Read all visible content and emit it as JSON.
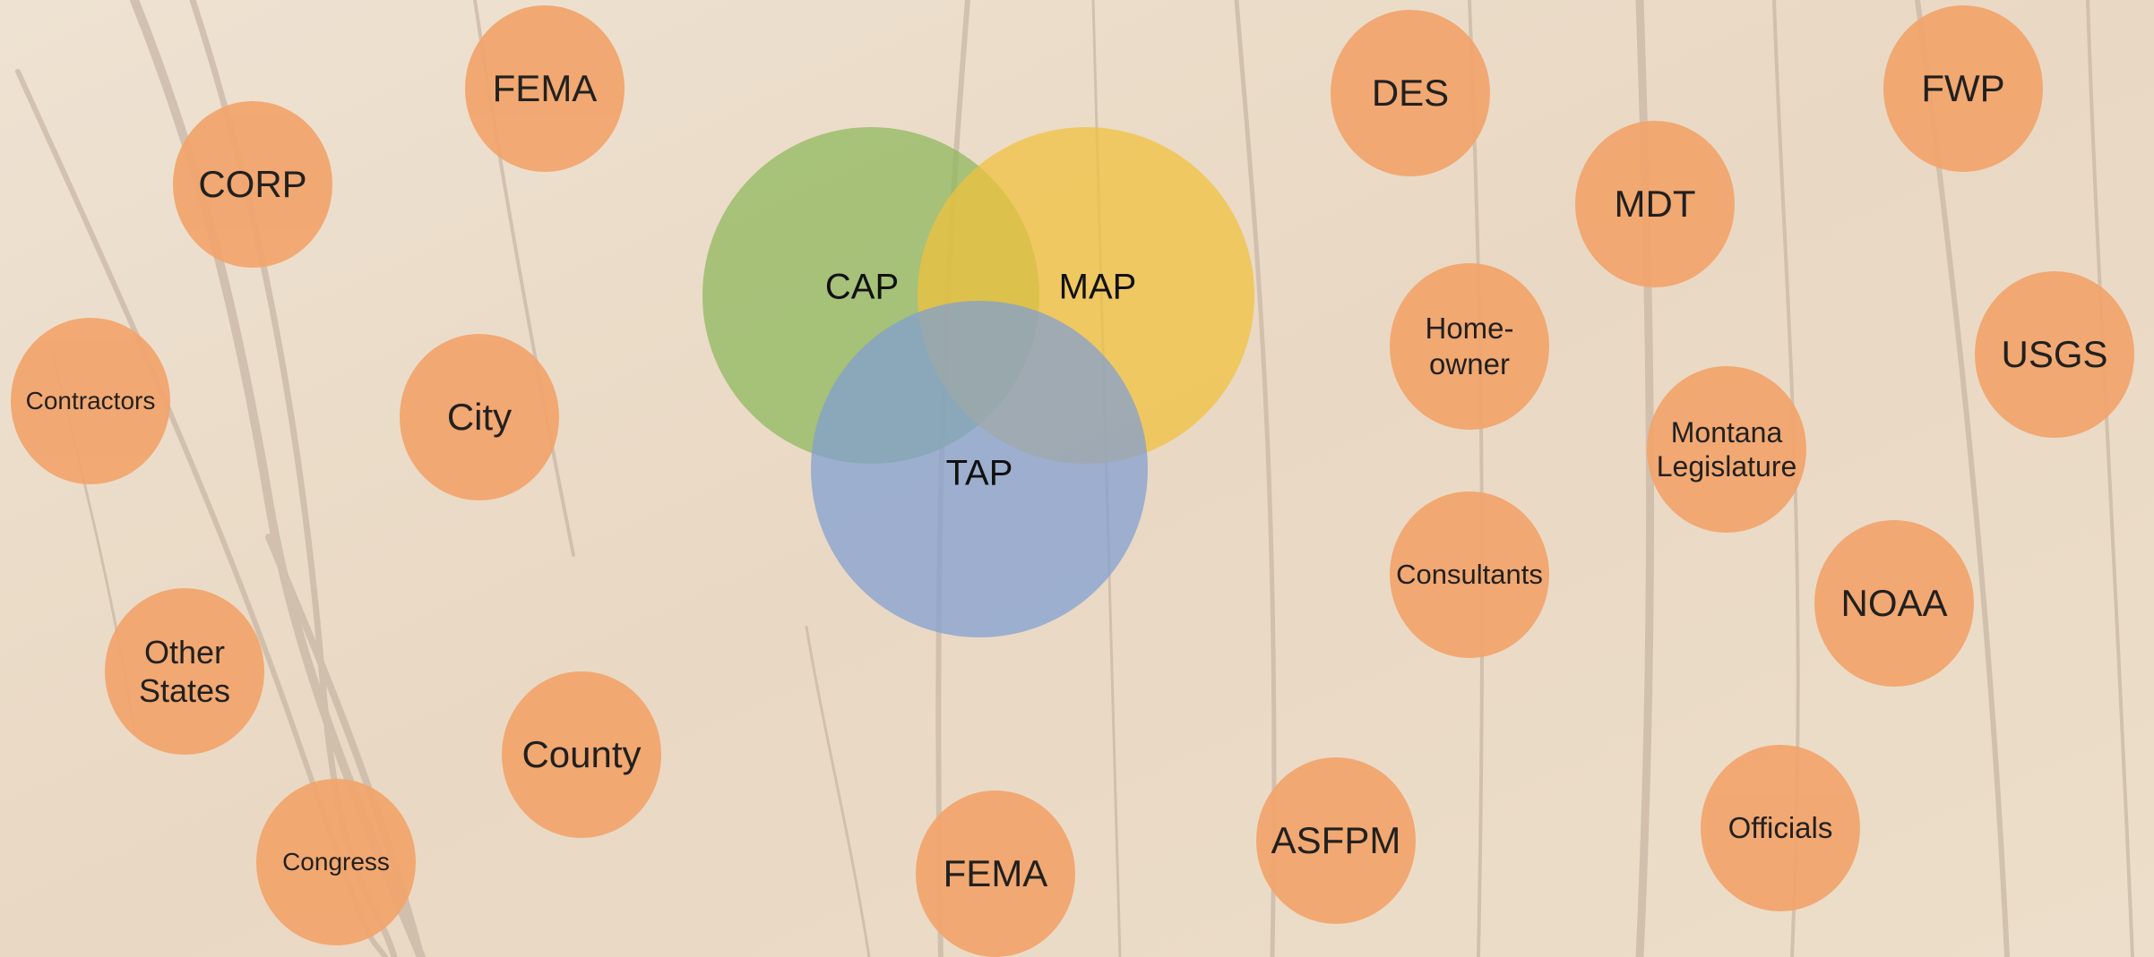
{
  "venn": {
    "circles": [
      {
        "label": "CAP",
        "color": "#8cb75a"
      },
      {
        "label": "MAP",
        "color": "#f1c13c"
      },
      {
        "label": "TAP",
        "color": "#7f9ed3"
      }
    ]
  },
  "bubbles": {
    "color": "#f2a46b",
    "items": [
      {
        "label": "FEMA"
      },
      {
        "label": "CORP"
      },
      {
        "label": "Contractors"
      },
      {
        "label": "City"
      },
      {
        "label": "Other States"
      },
      {
        "label": "County"
      },
      {
        "label": "Congress"
      },
      {
        "label": "FEMA"
      },
      {
        "label": "ASFPM"
      },
      {
        "label": "DES"
      },
      {
        "label": "MDT"
      },
      {
        "label": "Home-owner"
      },
      {
        "label": "Consultants"
      },
      {
        "label": "Montana Legislature"
      },
      {
        "label": "FWP"
      },
      {
        "label": "USGS"
      },
      {
        "label": "NOAA"
      },
      {
        "label": "Officials"
      }
    ]
  },
  "background": {
    "base_color": "#ebdcc9"
  }
}
